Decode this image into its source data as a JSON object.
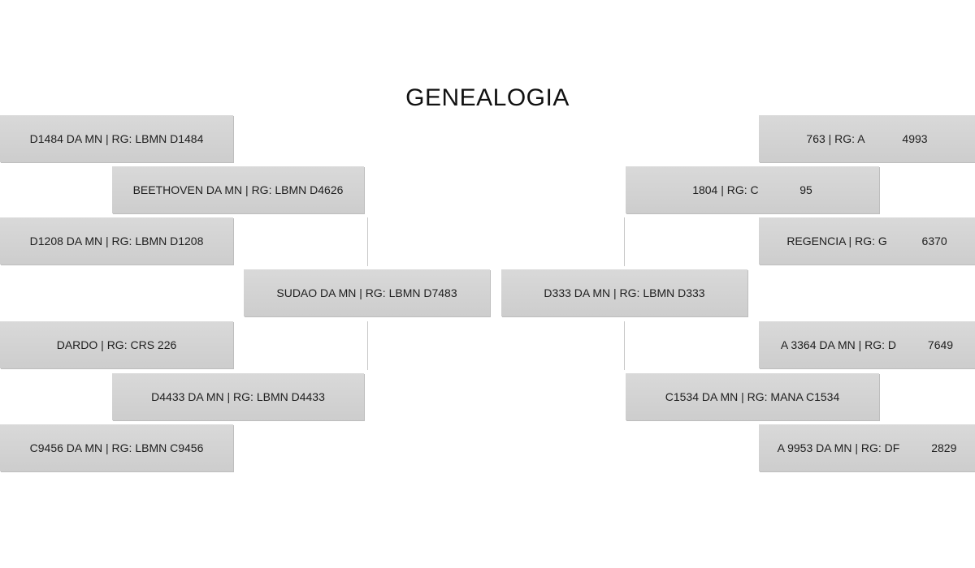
{
  "title": "GENEALOGIA",
  "sire_side": {
    "sire": "SUDAO DA MN | RG: LBMN D7483",
    "paternal_grandsire": "BEETHOVEN DA MN | RG: LBMN D4626",
    "paternal_granddam": "D4433 DA MN | RG: LBMN D4433",
    "ggp": [
      "D1484 DA MN | RG: LBMN D1484",
      "D1208 DA MN | RG: LBMN D1208",
      "DARDO | RG: CRS 226",
      "C9456 DA MN | RG: LBMN C9456"
    ]
  },
  "dam_side": {
    "dam": "D333 DA MN | RG: LBMN D333",
    "maternal_grandsire": "1804 | RG: C             95",
    "maternal_granddam": "C1534 DA MN | RG: MANA C1534",
    "ggp": [
      "763 | RG: A            4993",
      "REGENCIA | RG: G           6370",
      "A 3364 DA MN | RG: D          7649",
      "A 9953 DA MN | RG: DF          2829"
    ]
  }
}
